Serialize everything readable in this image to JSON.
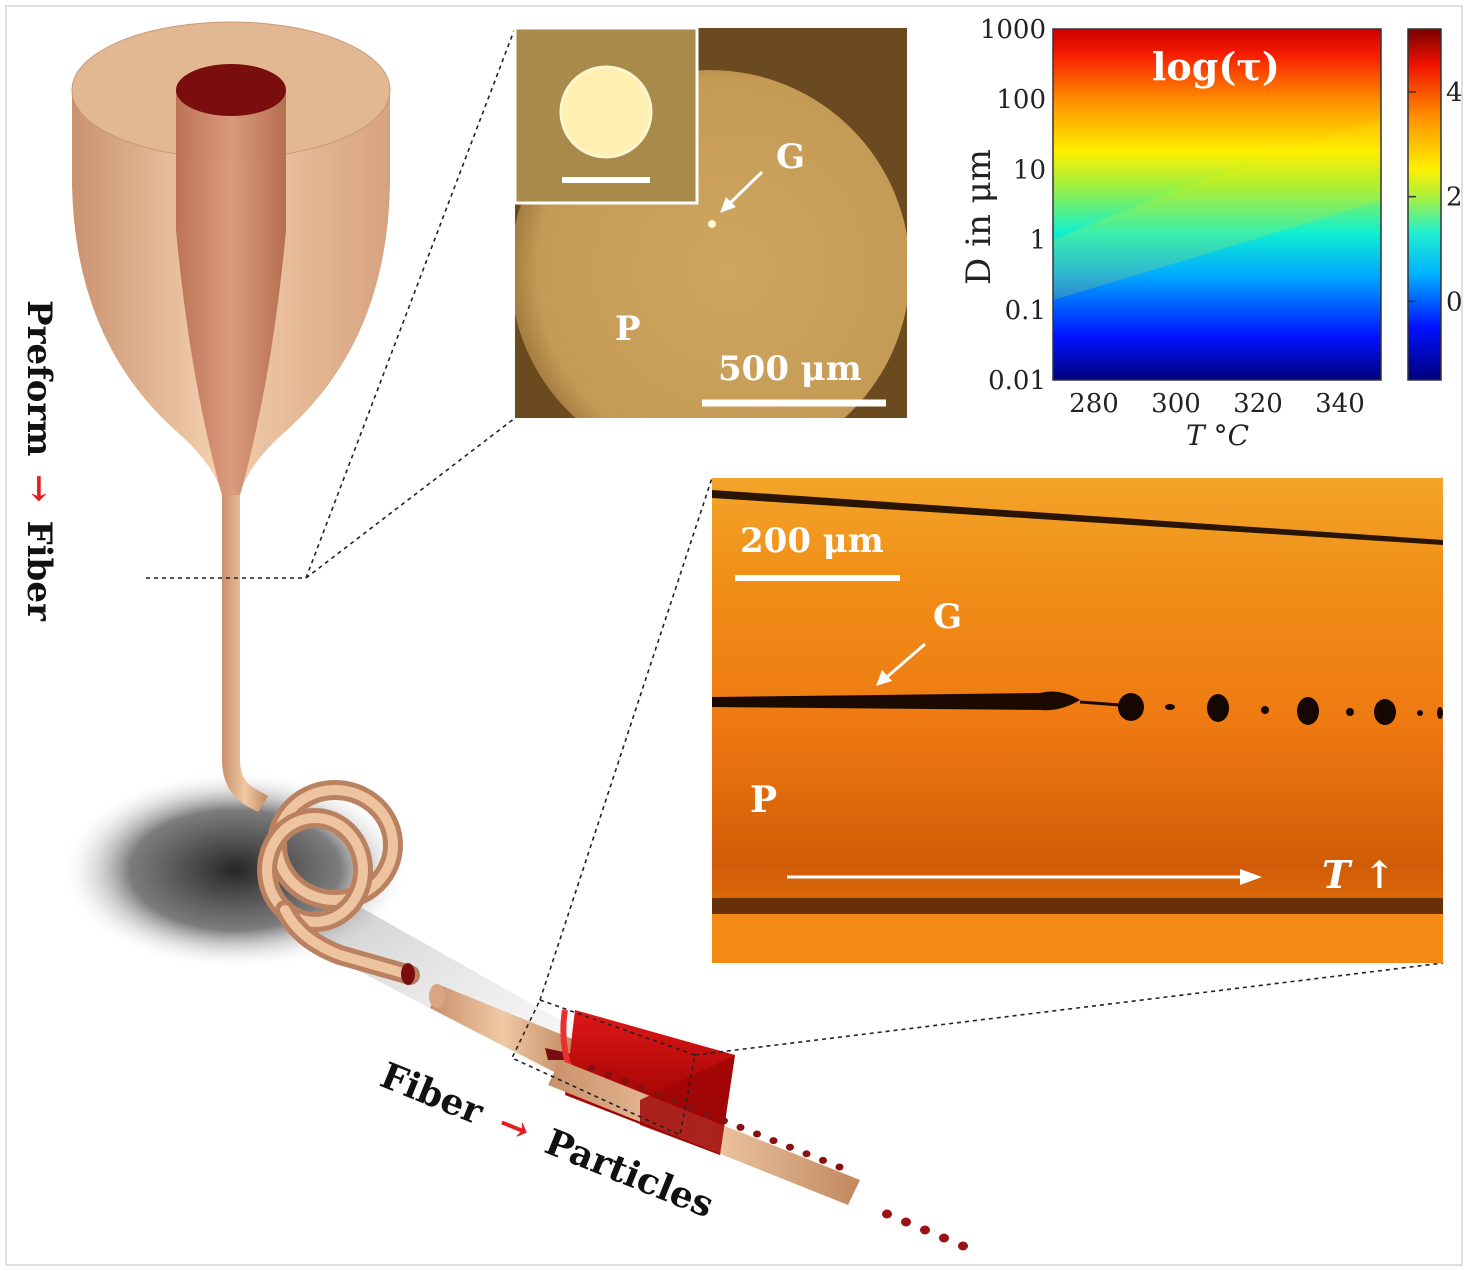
{
  "preform_label": {
    "word1": "Preform",
    "arrow": "→",
    "word2": "Fiber"
  },
  "fiber_label": {
    "word1": "Fiber",
    "arrow": "→",
    "word2": "Particles"
  },
  "cross_section": {
    "label_G": "G",
    "label_P": "P",
    "scalebar": "500 μm"
  },
  "fiber_micrograph": {
    "scalebar": "200 μm",
    "label_G": "G",
    "label_P": "P",
    "temp_arrow": "T ↑"
  },
  "heatmap": {
    "title": "log(τ)",
    "xlabel": "T °C",
    "ylabel": "D in μm"
  },
  "chart_data": {
    "type": "heatmap",
    "title": "log(τ)",
    "xlabel": "T °C",
    "ylabel": "D in μm",
    "x_ticks": [
      280,
      300,
      320,
      340
    ],
    "x_range": [
      270,
      350
    ],
    "y_ticks": [
      "1000",
      "100",
      "10",
      "1",
      "0.1",
      "0.01"
    ],
    "y_range": [
      0.01,
      1000
    ],
    "y_scale": "log",
    "colorbar": {
      "ticks": [
        0,
        2,
        4
      ],
      "range": [
        -1.5,
        5.2
      ]
    },
    "z_samples": [
      {
        "T": 270,
        "D": 0.01,
        "log_tau": -1.5
      },
      {
        "T": 270,
        "D": 1000,
        "log_tau": 5.2
      },
      {
        "T": 350,
        "D": 0.01,
        "log_tau": -1.5
      },
      {
        "T": 350,
        "D": 10,
        "log_tau": 3.2
      },
      {
        "T": 270,
        "D": 10,
        "log_tau": 2.5
      },
      {
        "T": 300,
        "D": 1,
        "log_tau": 1.6
      }
    ]
  },
  "colors": {
    "preform": "#e0b48e",
    "core": "#7a0e0e",
    "heater": "#c40e0e",
    "micrograph_orange": "#f07a10",
    "label_arrow": "#e02020"
  }
}
